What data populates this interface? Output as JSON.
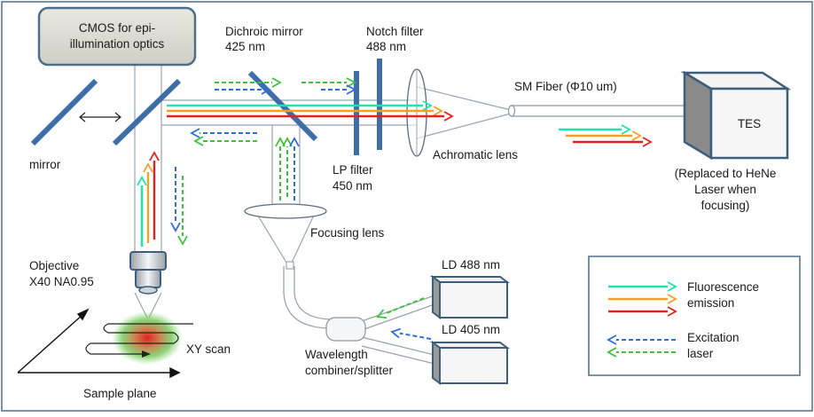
{
  "camera": {
    "line1": "CMOS for epi-",
    "line2": "illumination optics"
  },
  "dichroic": {
    "line1": "Dichroic mirror",
    "line2": "425 nm"
  },
  "notch": {
    "line1": "Notch filter",
    "line2": "488 nm"
  },
  "lp_filter": {
    "line1": "LP filter",
    "line2": "450 nm"
  },
  "fiber_label": "SM Fiber (Φ10 um)",
  "tes": {
    "box_label": "TES",
    "note1": "(Replaced to HeNe",
    "note2": "Laser when",
    "note3": "focusing)"
  },
  "mirror_label": "mirror",
  "achromatic_label": "Achromatic lens",
  "focusing_label": "Focusing lens",
  "objective": {
    "line1": "Objective",
    "line2": "X40 NA0.95"
  },
  "xy_scan_label": "XY scan",
  "sample_plane_label": "Sample plane",
  "ld488_label": "LD 488 nm",
  "ld405_label": "LD 405 nm",
  "combiner": {
    "line1": "Wavelength",
    "line2": "combiner/splitter"
  },
  "legend": {
    "fluor_line1": "Fluorescence",
    "fluor_line2": "emission",
    "exc_line1": "Excitation",
    "exc_line2": "laser"
  },
  "colors": {
    "cyan_green": "#19e6a8",
    "orange": "#f5a020",
    "red": "#e8201c",
    "blue": "#2e6ed8",
    "green": "#3cc23c",
    "optic": "#3e6ea8",
    "frame": "#4e6f8c"
  }
}
